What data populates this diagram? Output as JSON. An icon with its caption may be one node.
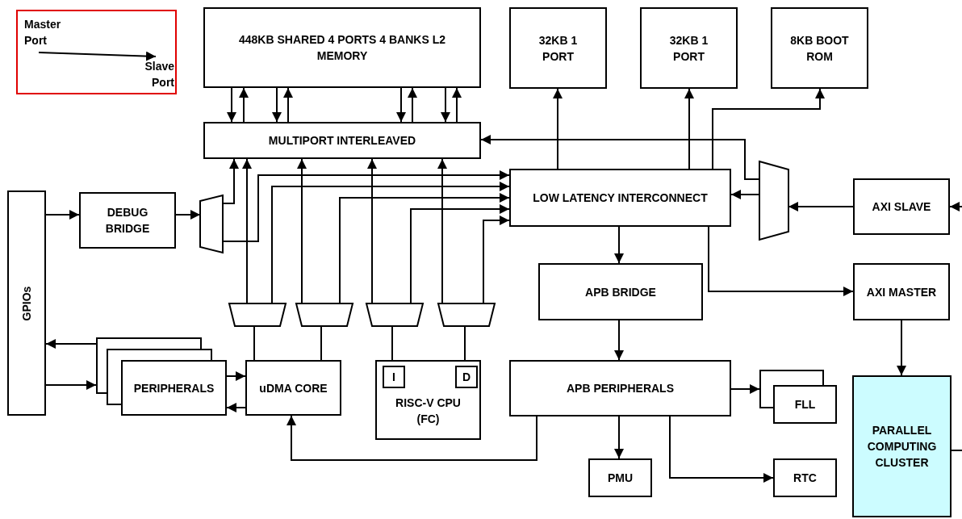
{
  "diagram": {
    "nodes": [
      {
        "text": [],
        "shape": "box"
      },
      {
        "text": [
          "Master Port"
        ],
        "in": 0
      },
      {
        "text": [
          "Slave Port"
        ],
        "in": 0
      },
      {
        "text": [
          "448KB SHARED 4 PORTS 4 BANKS L2 MEMORY"
        ]
      },
      {
        "text": [
          "32KB 1 PORT"
        ]
      },
      {
        "text": [
          "32KB 1 PORT"
        ]
      },
      {
        "text": [
          "8KB BOOT ROM"
        ]
      },
      {
        "text": [
          "MULTIPORT INTERLEAVED"
        ]
      },
      {
        "text": [
          "LOW LATENCY INTERCONNECT"
        ]
      },
      {
        "text": [
          "GPIOs"
        ]
      },
      {
        "text": [
          "DEBUG BRIDGE"
        ]
      },
      {
        "text": [],
        "shape": "trapezoid"
      },
      {
        "text": [],
        "shape": "trapezoid"
      },
      {
        "text": [
          "AXI SLAVE"
        ]
      },
      {
        "text": [
          "APB BRIDGE"
        ]
      },
      {
        "text": [
          "AXI MASTER"
        ]
      },
      {
        "text": [],
        "shape": "trapezoid"
      },
      {
        "text": [],
        "shape": "trapezoid"
      },
      {
        "text": [],
        "shape": "trapezoid"
      },
      {
        "text": [],
        "shape": "trapezoid"
      },
      {
        "text": [
          "PERIPHERALS"
        ]
      },
      {
        "text": [
          "uDMA CORE"
        ]
      },
      {
        "text": [
          "RISC-V CPU (FC)"
        ]
      },
      {
        "text": [
          "I"
        ],
        "in": 22
      },
      {
        "text": [
          "D"
        ],
        "in": 22
      },
      {
        "text": [
          "APB PERIPHERALS"
        ]
      },
      {
        "text": [
          "FLL"
        ]
      },
      {
        "text": [
          "PMU"
        ]
      },
      {
        "text": [
          "RTC"
        ]
      },
      {
        "text": [
          "PARALLEL COMPUTING CLUSTER"
        ]
      }
    ],
    "edges": [
      {
        "from": 1,
        "to": 2,
        "arrow": "to"
      },
      {
        "from": 3,
        "to": 7,
        "arrow": "to"
      },
      {
        "from": 3,
        "to": 7,
        "arrow": "to"
      },
      {
        "from": 3,
        "to": 7,
        "arrow": "to"
      },
      {
        "from": 3,
        "to": 7,
        "arrow": "to"
      },
      {
        "from": 7,
        "to": 3,
        "arrow": "to"
      },
      {
        "from": 7,
        "to": 3,
        "arrow": "to"
      },
      {
        "from": 7,
        "to": 3,
        "arrow": "to"
      },
      {
        "from": 7,
        "to": 3,
        "arrow": "to"
      },
      {
        "from": 8,
        "to": 4,
        "arrow": "to"
      },
      {
        "from": 8,
        "to": 5,
        "arrow": "to"
      },
      {
        "from": 8,
        "to": 6,
        "arrow": "to"
      },
      {
        "from": 12,
        "to": 7,
        "arrow": "to"
      },
      {
        "from": 12,
        "to": 8,
        "arrow": "to"
      },
      {
        "from": 13,
        "to": 12,
        "arrow": "to"
      },
      {
        "from": null,
        "to": 13,
        "arrow": "to"
      },
      {
        "from": 8,
        "to": 14,
        "arrow": "to"
      },
      {
        "from": 8,
        "to": 15,
        "arrow": "to"
      },
      {
        "from": 15,
        "to": 29,
        "arrow": "to"
      },
      {
        "from": 14,
        "to": 25,
        "arrow": "to"
      },
      {
        "from": 25,
        "to": 26,
        "arrow": "to"
      },
      {
        "from": 25,
        "to": 27,
        "arrow": "to"
      },
      {
        "from": 25,
        "to": 28,
        "arrow": "to"
      },
      {
        "from": 25,
        "to": 21,
        "arrow": "to"
      },
      {
        "from": 9,
        "to": 10,
        "arrow": "to"
      },
      {
        "from": 10,
        "to": 11,
        "arrow": "to"
      },
      {
        "from": 11,
        "to": 7,
        "arrow": "to"
      },
      {
        "from": 11,
        "to": 8,
        "arrow": "to"
      },
      {
        "from": 16,
        "to": 7,
        "arrow": "to"
      },
      {
        "from": 16,
        "to": 8,
        "arrow": "to"
      },
      {
        "from": 17,
        "to": 7,
        "arrow": "to"
      },
      {
        "from": 17,
        "to": 8,
        "arrow": "to"
      },
      {
        "from": 18,
        "to": 7,
        "arrow": "to"
      },
      {
        "from": 18,
        "to": 8,
        "arrow": "to"
      },
      {
        "from": 19,
        "to": 7,
        "arrow": "to"
      },
      {
        "from": 19,
        "to": 8,
        "arrow": "to"
      },
      {
        "from": 21,
        "to": 16,
        "arrow": "none"
      },
      {
        "from": 21,
        "to": 17,
        "arrow": "none"
      },
      {
        "from": 23,
        "to": 18,
        "arrow": "none"
      },
      {
        "from": 24,
        "to": 19,
        "arrow": "none"
      },
      {
        "from": 20,
        "to": 21,
        "arrow": "to"
      },
      {
        "from": 21,
        "to": 20,
        "arrow": "to"
      },
      {
        "from": 20,
        "to": 9,
        "arrow": "to"
      },
      {
        "from": 9,
        "to": 20,
        "arrow": "to"
      },
      {
        "from": 29,
        "to": null,
        "arrow": "none"
      }
    ]
  }
}
